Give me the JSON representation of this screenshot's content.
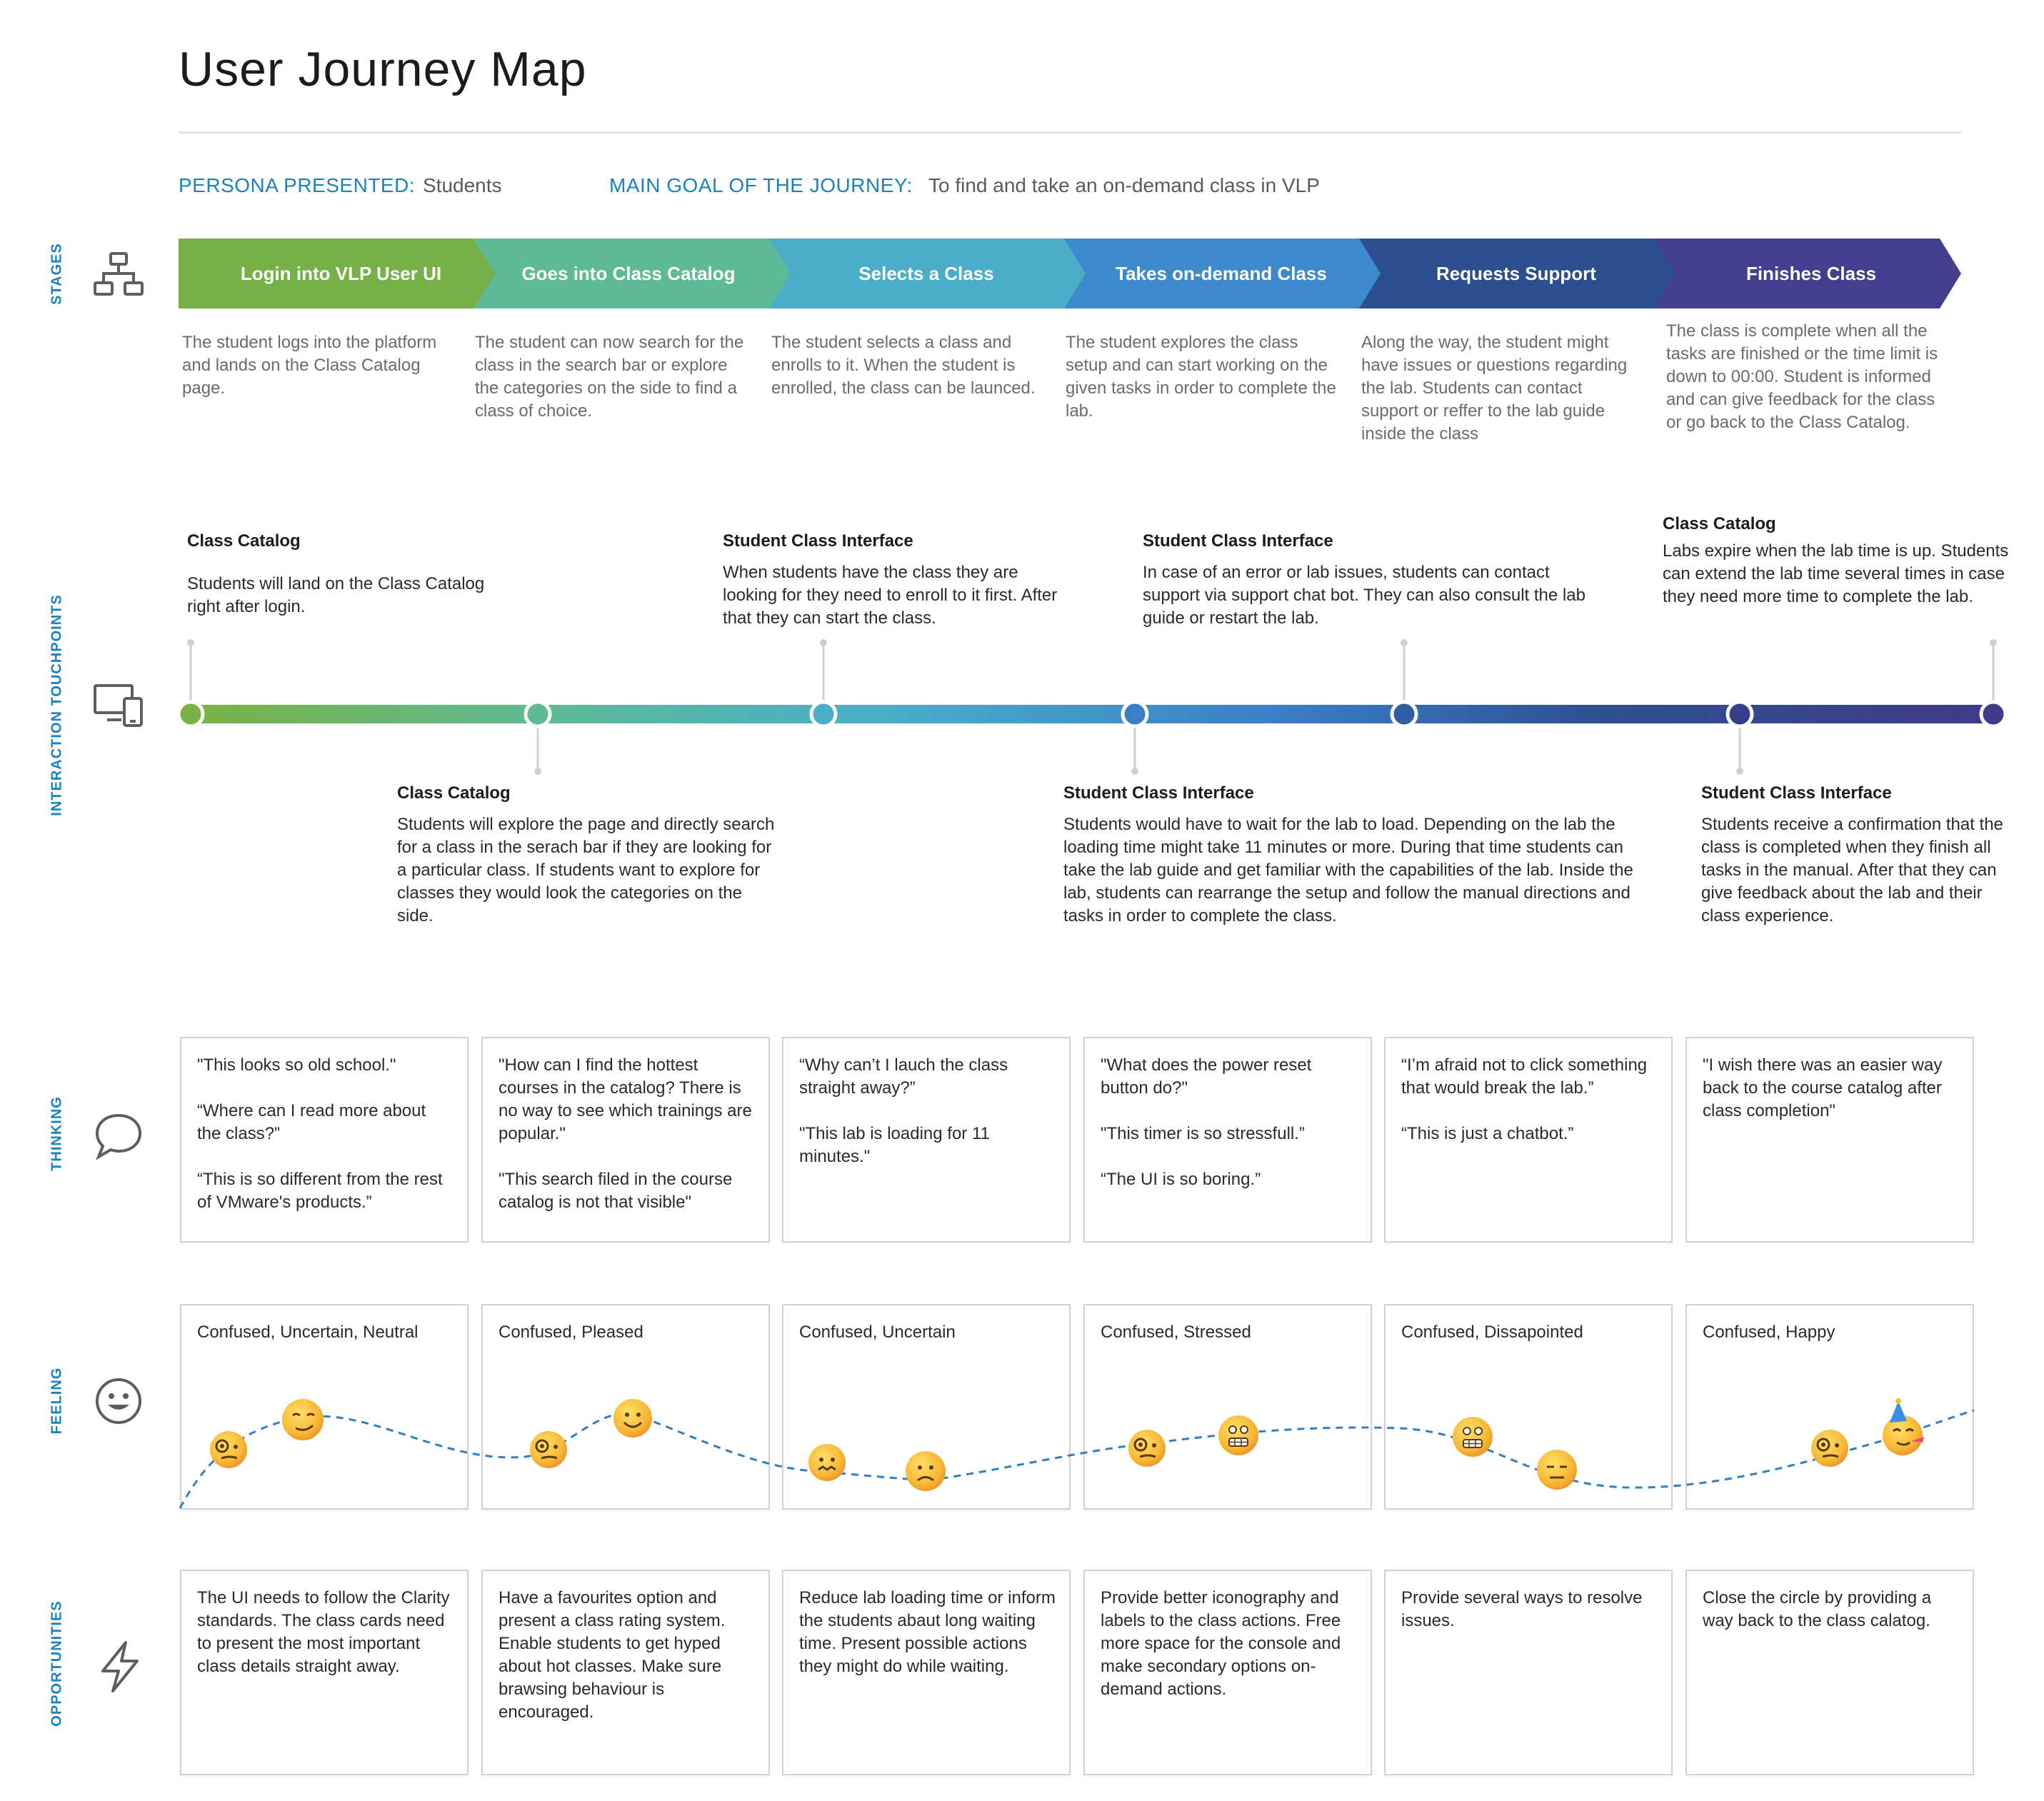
{
  "title": "User Journey Map",
  "persona": {
    "label": "PERSONA PRESENTED:",
    "value": "Students"
  },
  "goal": {
    "label": "MAIN GOAL OF THE JOURNEY:",
    "value": "To find and take an on-demand class in VLP"
  },
  "section_labels": {
    "stages": "STAGES",
    "touchpoints": "INTERACTION TOUCHPOINTS",
    "thinking": "THINKING",
    "feeling": "FEELING",
    "opportunities": "OPPORTUNITIES"
  },
  "icons": {
    "stages": "sitemap-icon",
    "touchpoints": "devices-icon",
    "thinking": "speech-bubble-icon",
    "feeling": "smiley-icon",
    "opportunities": "lightning-icon"
  },
  "colors": {
    "accent": "#1a82bf",
    "stage_colors": [
      "#77b047",
      "#5dba96",
      "#4aaec9",
      "#3c8acd",
      "#2b4e8f",
      "#433e8e"
    ]
  },
  "stages": [
    {
      "label": "Login into VLP User UI",
      "desc": "The student logs into the platform and lands on the Class Catalog page."
    },
    {
      "label": "Goes into Class Catalog",
      "desc": "The student can now search for the class in the search bar or explore the categories on the side to find a class of choice."
    },
    {
      "label": "Selects a Class",
      "desc": "The student selects a class and enrolls to it. When the student is enrolled, the class can be launced."
    },
    {
      "label": "Takes on-demand Class",
      "desc": "The student explores the class setup and can start working on the given tasks in order to complete the lab."
    },
    {
      "label": "Requests Support",
      "desc": "Along the way, the student might have issues or questions regarding the lab. Students can contact support or reffer to the lab guide inside the class"
    },
    {
      "label": "Finishes Class",
      "desc": "The class is complete when all the tasks are finished or the time limit is down to 00:00. Student is informed and can give feedback for the class or go back to the Class Catalog."
    }
  ],
  "touchpoints_above": [
    {
      "title": "Class Catalog",
      "text": "Students will land on the Class Catalog right after login."
    },
    {
      "title": "Student Class Interface",
      "text": "When students have the class they are looking for they need to enroll to it first. After that they can start the class."
    },
    {
      "title": "Student Class Interface",
      "text": "In case of an error or lab issues, students can contact support via support chat bot. They can also consult the lab guide or restart the lab."
    },
    {
      "title": "Class Catalog",
      "text": "Labs expire when the lab time is up. Students can extend the lab time several times in case they need more time to complete the lab."
    }
  ],
  "touchpoints_below": [
    {
      "title": "Class Catalog",
      "text": "Students will explore the page and directly search for a class in the serach bar if they are looking for a particular class. If students want to explore for classes they would look the categories on the side."
    },
    {
      "title": "Student Class Interface",
      "text": "Students would have to wait for the lab to load. Depending on the lab the loading time might take 11 minutes or more. During that time students can take the lab guide and get familiar with the capabilities of the lab. Inside the lab, students can rearrange the setup and follow the manual directions and tasks in order to complete the class."
    },
    {
      "title": "Student Class Interface",
      "text": "Students receive a confirmation that the class is completed when they finish all tasks in the manual. After that they can give feedback about the lab and their class experience."
    }
  ],
  "thinking": [
    [
      "\"This looks so old school.\"",
      "“Where can I read more about the class?”",
      "“This is so different from the rest of VMware's products.”"
    ],
    [
      "\"How can I find the hottest courses in the catalog? There is no way to see which trainings are popular.\"",
      "\"This search filed in the course catalog is not that visible\""
    ],
    [
      "“Why can’t I lauch the class straight away?”",
      "\"This lab is loading for 11 minutes.\""
    ],
    [
      "\"What does the power reset button do?\"",
      "\"This timer is so stressfull.”",
      "“The UI is so boring.”"
    ],
    [
      "“I’m afraid not to click something that would break the lab.”",
      "“This is just a chatbot.”"
    ],
    [
      "\"I wish there was an easier way back to the course catalog after class completion\""
    ]
  ],
  "feeling": [
    "Confused, Uncertain, Neutral",
    "Confused, Pleased",
    "Confused, Uncertain",
    "Confused, Stressed",
    "Confused, Dissapointed",
    "Confused, Happy"
  ],
  "emojis": [
    "monocle-face-icon",
    "smirk-face-icon",
    "monocle-face-icon",
    "smile-face-icon",
    "worried-face-icon",
    "frown-face-icon",
    "monocle-face-icon",
    "grimace-face-icon",
    "grimace-face-icon",
    "expressionless-face-icon",
    "monocle-face-icon",
    "party-face-icon"
  ],
  "opportunities": [
    "The UI needs to follow the Clarity standards. The class cards need to present the most important class details straight away.",
    "Have a favourites option and present a class rating system. Enable students to get hyped about hot classes. Make sure brawsing behaviour is encouraged.",
    "Reduce lab loading time or inform the students abaut long waiting time. Present possible actions they might do while waiting.",
    "Provide better iconography and labels to the class actions. Free more space for the console and make secondary options on-demand actions.",
    "Provide several ways to resolve issues.",
    "Close the circle by providing a way back to the class calatog."
  ]
}
